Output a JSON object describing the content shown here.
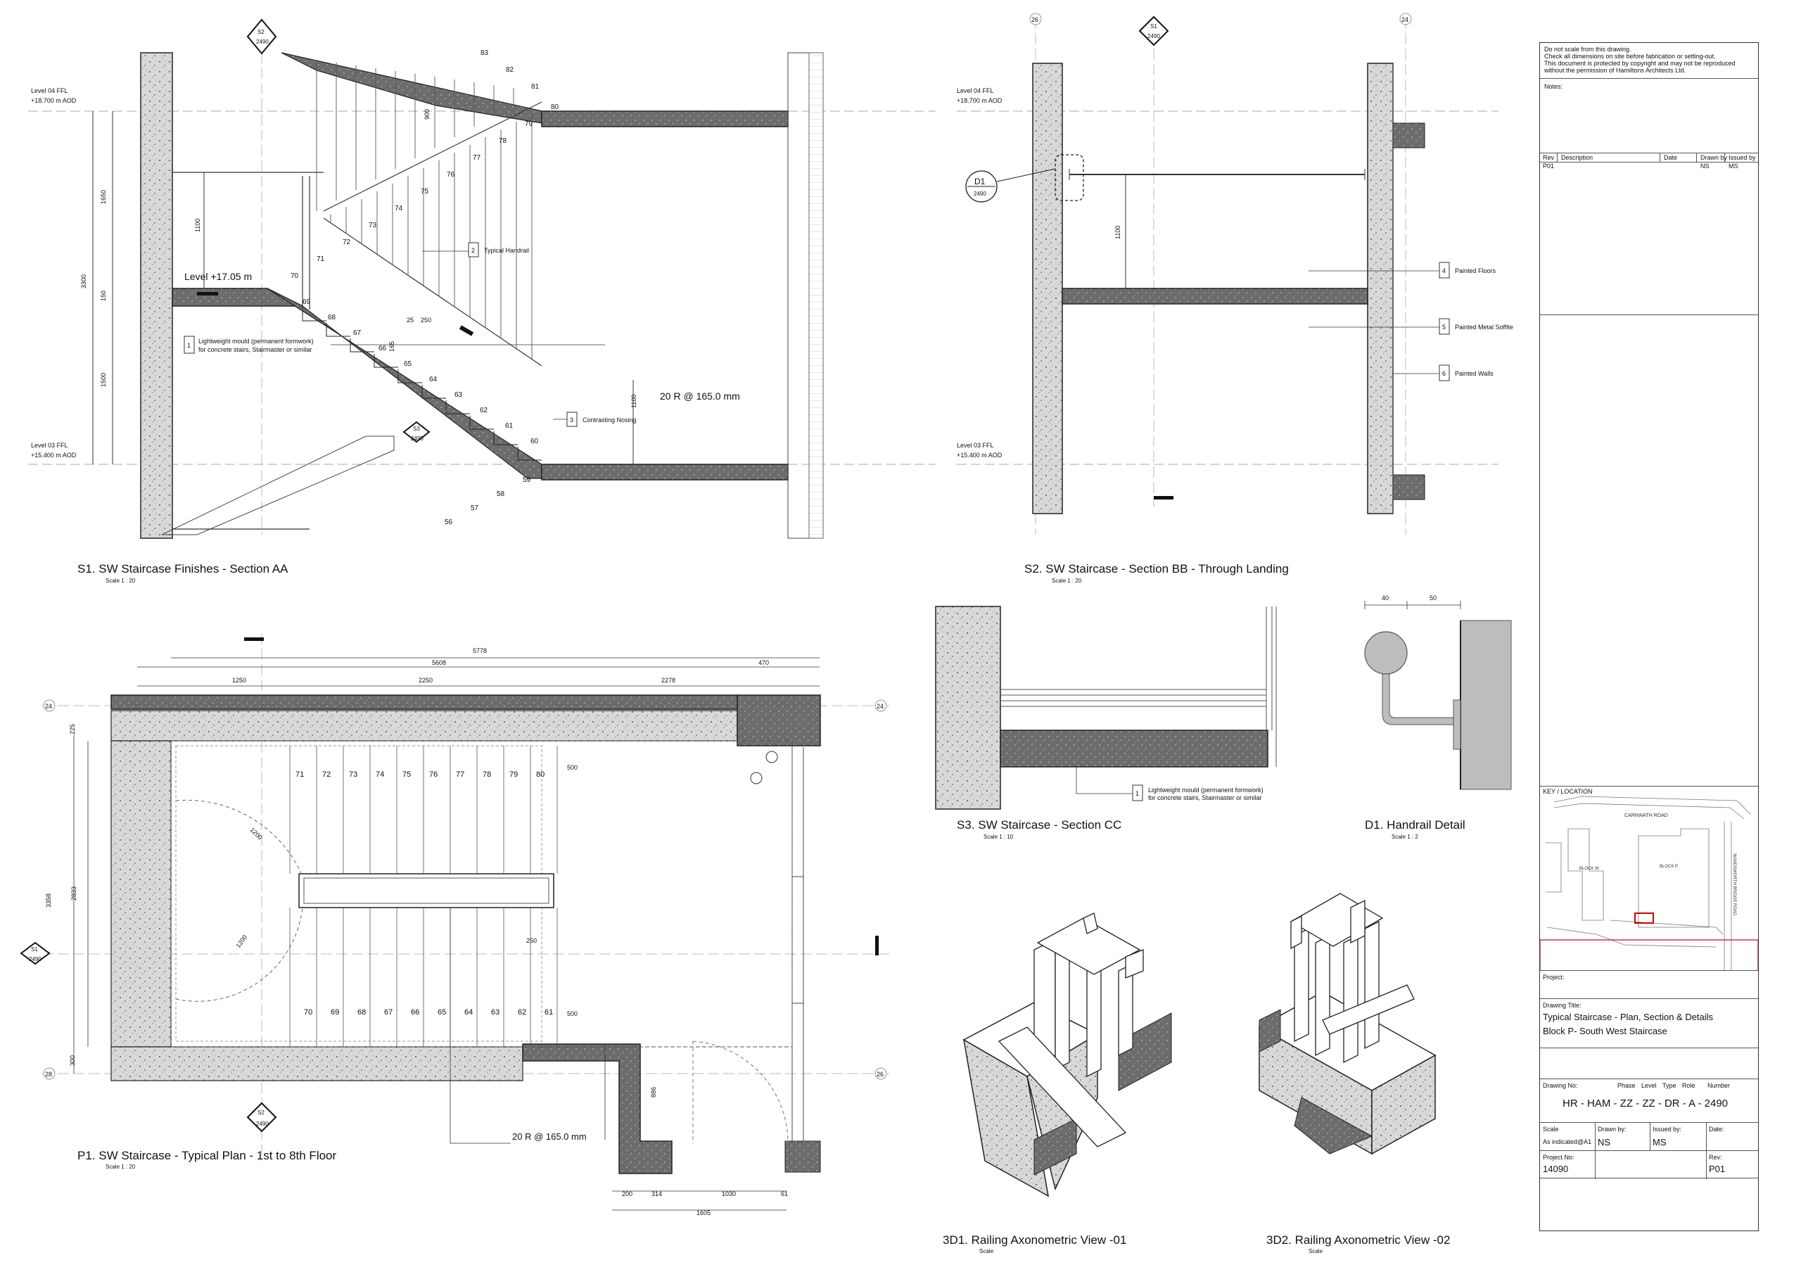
{
  "sheet": {
    "disclaimer": [
      "Do not scale from this drawing.",
      "Check all dimensions on site before fabrication or setting-out.",
      "This document is protected by copyright and may not be reproduced",
      "without the permission of Hamiltons Architects Ltd."
    ],
    "notes_label": "Notes:",
    "rev_headers": {
      "rev": "Rev",
      "description": "Description",
      "date": "Date",
      "drawn_by": "Drawn by",
      "issued_by": "Issued by"
    },
    "rev_row": {
      "rev": "P01",
      "drawn_by": "NS",
      "issued_by": "MS"
    },
    "key_location_label": "KEY / LOCATION",
    "map_labels": {
      "road_top": "CARNWATH ROAD",
      "road_side": "WANDSWORTH BRIDGE ROAD",
      "block_w": "BLOCK W",
      "block_p": "BLOCK P"
    },
    "project_label": "Project:",
    "drawing_title_label": "Drawing Title:",
    "drawing_title_1": "Typical Staircase - Plan, Section & Details",
    "drawing_title_2": "Block P- South West Staircase",
    "drawing_no_label": "Drawing No:",
    "code_headers": {
      "phase": "Phase",
      "level": "Level",
      "type": "Type",
      "role": "Role",
      "number": "Number"
    },
    "drawing_no": "HR - HAM - ZZ - ZZ - DR - A - 2490",
    "scale_label": "Scale",
    "scale_value": "As indicated@A1",
    "drawn_by_label": "Drawn by:",
    "drawn_by": "NS",
    "issued_by_label": "Issued by:",
    "issued_by": "MS",
    "date_label": "Date:",
    "project_no_label": "Project No:",
    "project_no": "14090",
    "rev_label": "Rev:",
    "rev": "P01"
  },
  "views": {
    "s1": {
      "title": "S1.  SW Staircase Finishes - Section AA",
      "scale": "Scale 1 : 20"
    },
    "s2": {
      "title": "S2.  SW Staircase - Section BB - Through Landing",
      "scale": "Scale 1 : 20"
    },
    "s3": {
      "title": "S3.  SW Staircase -  Section CC",
      "scale": "Scale 1 : 10"
    },
    "d1": {
      "title": "D1.  Handrail Detail",
      "scale": "Scale 1 : 2"
    },
    "p1": {
      "title": "P1.  SW Staircase - Typical Plan - 1st to 8th Floor",
      "scale": "Scale 1 : 20"
    },
    "ax1": {
      "title": "3D1.  Railing Axonometric View -01",
      "scale": "Scale"
    },
    "ax2": {
      "title": "3D2.  Railing Axonometric View -02",
      "scale": "Scale"
    }
  },
  "levels": {
    "l04": "Level 04 FFL",
    "l04_aod": "+18.700 m AOD",
    "l03": "Level 03 FFL",
    "l03_aod": "+15.400 m AOD",
    "landing": "Level +17.05 m"
  },
  "section_marks": {
    "s2_ref": "S2",
    "s1_ref": "S1",
    "s3_ref": "S3",
    "sheet": "2490",
    "d1_ref": "D1",
    "grid_26": "26",
    "grid_24": "24",
    "grid_28": "28"
  },
  "notes": {
    "n1_num": "1",
    "n1_a": "Lightweight mould (permanent formwork)",
    "n1_b": "for concrete stairs, Stairmaster or similar",
    "n2_num": "2",
    "n2": "Typical Handrail",
    "n3_num": "3",
    "n3": "Contrasting Nosing",
    "n4_num": "4",
    "n4": "Painted Floors",
    "n5_num": "5",
    "n5": "Painted Metal Soffite",
    "n6_num": "6",
    "n6": "Painted Walls"
  },
  "dims": {
    "s1_total": "3300",
    "s1_upper": "1650",
    "s1_lower": "1500",
    "s1_slab": "150",
    "s1_rail": "1100",
    "s1_rail2": "900",
    "s1_tread": "250",
    "s1_nose": "25",
    "s1_riser": "165",
    "risers_label": "20 R @ 165.0 mm",
    "s2_rail": "1100",
    "d1_a": "40",
    "d1_b": "50",
    "p1_5778": "5778",
    "p1_5608": "5608",
    "p1_470": "470",
    "p1_1250": "1250",
    "p1_2250": "2250",
    "p1_2278": "2278",
    "p1_3358": "3358",
    "p1_2833": "2833",
    "p1_225": "225",
    "p1_300": "300",
    "p1_500a": "500",
    "p1_500b": "500",
    "p1_250": "250",
    "p1_1200a": "1200",
    "p1_1200b": "1200",
    "p1_886": "886",
    "p1_200": "200",
    "p1_314": "314",
    "p1_1030": "1030",
    "p1_61": "61",
    "p1_1605": "1605"
  },
  "step_numbers": {
    "s1_upper": [
      "80",
      "79",
      "78",
      "77",
      "76",
      "75",
      "74",
      "73",
      "72",
      "71",
      "70"
    ],
    "s1_lower": [
      "69",
      "68",
      "67",
      "66",
      "65",
      "64",
      "63",
      "62",
      "61",
      "60"
    ],
    "s1_bottom": [
      "59",
      "58",
      "57",
      "56"
    ],
    "s1_top": [
      "83",
      "82",
      "81"
    ],
    "p1_upper": [
      "71",
      "72",
      "73",
      "74",
      "75",
      "76",
      "77",
      "78",
      "79",
      "80"
    ],
    "p1_lower": [
      "70",
      "69",
      "68",
      "67",
      "66",
      "65",
      "64",
      "63",
      "62",
      "61"
    ]
  },
  "colors": {
    "concrete": "#d4d4d4",
    "concrete_dark": "#6f6f6f",
    "line": "#222222",
    "grid": "#9a9a9a",
    "key_red": "#d40000"
  }
}
